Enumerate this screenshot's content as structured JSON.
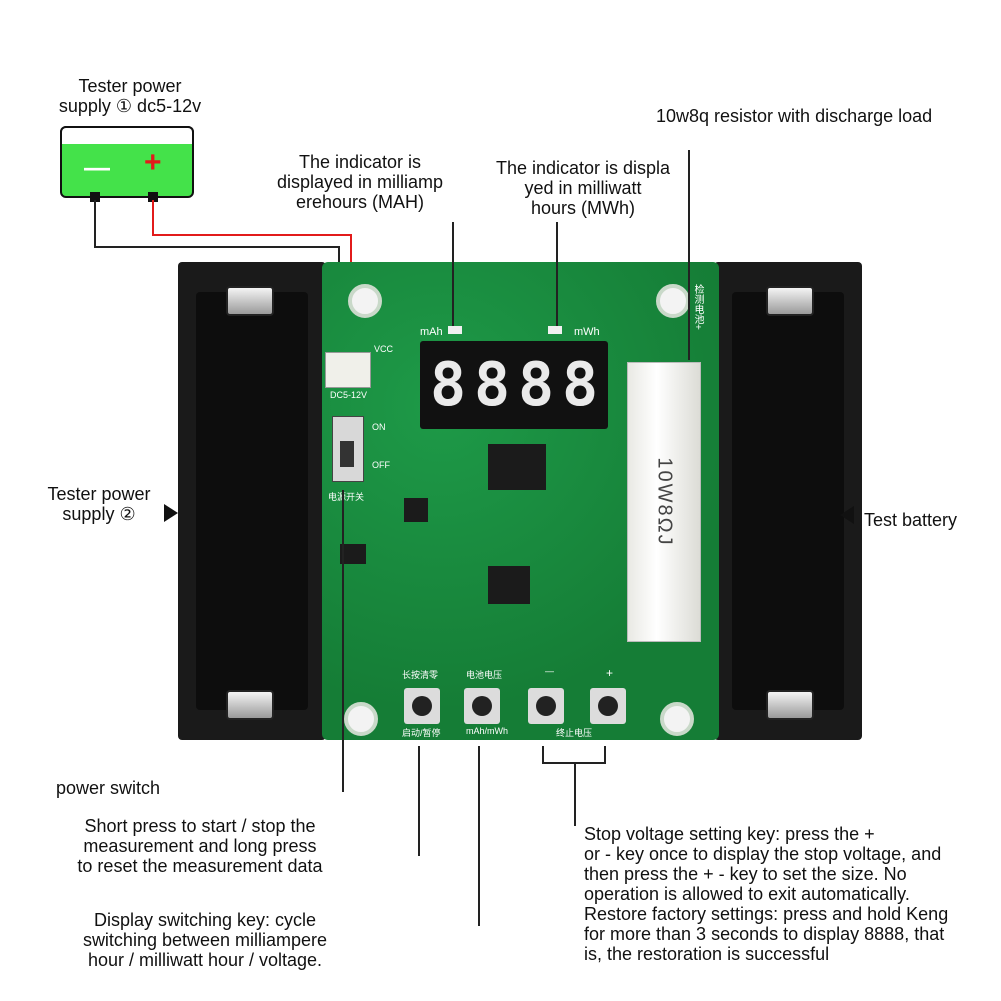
{
  "labels": {
    "tester_power_supply_1": "Tester power\nsupply ① dc5-12v",
    "resistor_label": "10w8q resistor with discharge load",
    "mah_indicator": "The indicator is\ndisplayed in milliamp\nerehours (MAH)",
    "mwh_indicator": "The indicator is displa\nyed in milliwatt\nhours (MWh)",
    "tester_power_supply_2": "Tester power\nsupply ②",
    "test_battery": "Test battery",
    "power_switch": "power switch",
    "start_stop_key": "Short press to start / stop the\nmeasurement and long press\nto reset the measurement data",
    "display_switch_key": "Display switching key: cycle\nswitching between milliampere\nhour / milliwatt hour / voltage.",
    "stop_voltage_key": "Stop voltage setting key: press the +\nor - key once to display the stop voltage, and\nthen press the + - key to set the size. No\noperation is allowed to exit automatically.\nRestore factory settings: press and hold Keng\nfor more than 3 seconds to display 8888, that\nis, the restoration is successful"
  },
  "battery_symbol": {
    "minus": "—",
    "plus": "+"
  },
  "display": {
    "digits": [
      "8",
      "8",
      "8",
      "8"
    ]
  },
  "pcb_text": {
    "mah": "mAh",
    "mwh": "mWh",
    "vcc": "VCC",
    "dc": "DC5-12V",
    "on": "ON",
    "off": "OFF",
    "power_switch_cn": "电源开关",
    "btn1_top": "长按清零",
    "btn2_top": "电池电压",
    "btn3_top": "—",
    "btn4_top": "+",
    "btn12_bottom": "启动/暂停",
    "btn2_bottom": "mAh/mWh",
    "btn34_bottom": "终止电压",
    "battery_cn": "检测电池+",
    "resistor_print": "10W8ΩJ"
  },
  "colors": {
    "pcb": "#15883c",
    "battery_fill": "#44e24a",
    "wire_red": "#e21b1b",
    "wire_black": "#222222"
  }
}
